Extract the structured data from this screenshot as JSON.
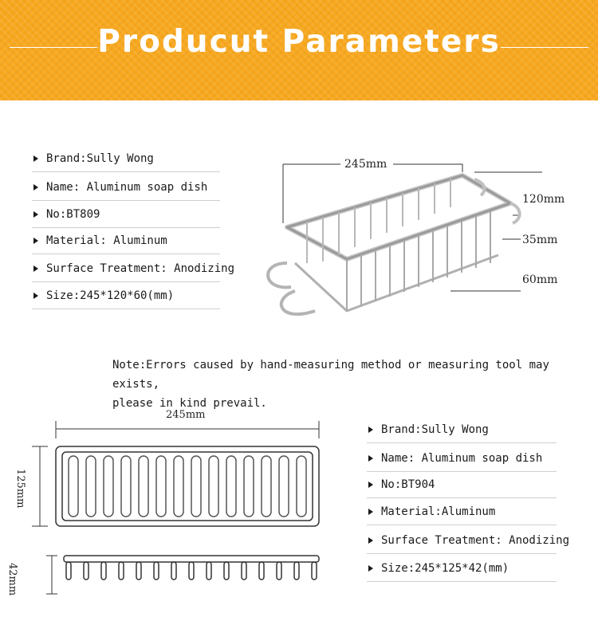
{
  "header": {
    "title": "Producut Parameters"
  },
  "product_1": {
    "specs": [
      "Brand:Sully Wong",
      "Name: Aluminum soap dish",
      "No:BT809",
      "Material: Aluminum",
      "Surface Treatment: Anodizing",
      "Size:245*120*60(mm)"
    ],
    "dims": {
      "width": "245mm",
      "depth": "120mm",
      "mid": "35mm",
      "height": "60mm"
    }
  },
  "note": {
    "line1": "Note:Errors caused by hand-measuring method or measuring tool may exists,",
    "line2": "please in kind prevail."
  },
  "product_2": {
    "specs": [
      "Brand:Sully Wong",
      "Name: Aluminum soap dish",
      "No:BT904",
      "Material:Aluminum",
      "Surface Treatment: Anodizing",
      "Size:245*125*42(mm)"
    ],
    "dims": {
      "width": "245mm",
      "depth": "125mm",
      "height": "42mm"
    }
  },
  "colors": {
    "banner": "#f7a81f",
    "text": "#1a1a1a",
    "divider": "#cfcfcf"
  }
}
